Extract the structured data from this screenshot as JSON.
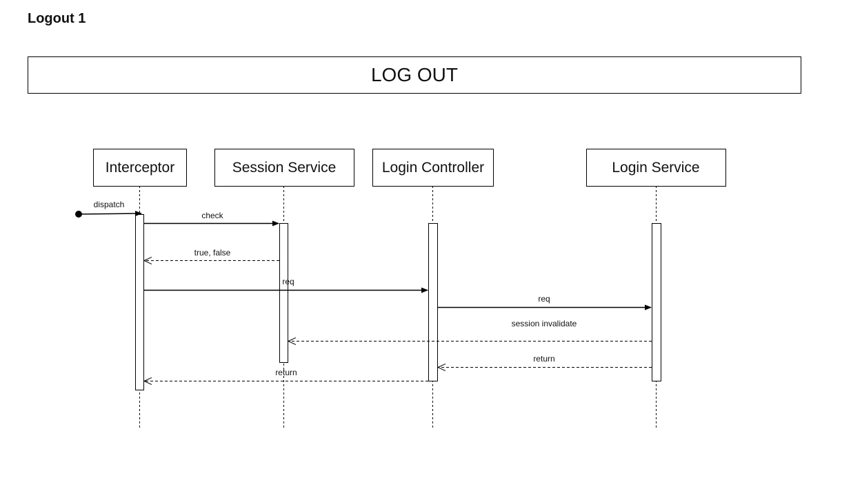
{
  "page": {
    "heading": "Logout 1"
  },
  "diagram": {
    "title": "LOG OUT",
    "participants": [
      {
        "id": "interceptor",
        "label": "Interceptor"
      },
      {
        "id": "session",
        "label": "Session Service"
      },
      {
        "id": "controller",
        "label": "Login Controller"
      },
      {
        "id": "service",
        "label": "Login Service"
      }
    ],
    "messages": [
      {
        "id": "dispatch",
        "label": "dispatch",
        "from": "external",
        "to": "interceptor",
        "style": "solid"
      },
      {
        "id": "check",
        "label": "check",
        "from": "interceptor",
        "to": "session",
        "style": "solid"
      },
      {
        "id": "true-false",
        "label": "true, false",
        "from": "session",
        "to": "interceptor",
        "style": "dashed"
      },
      {
        "id": "req-1",
        "label": "req",
        "from": "interceptor",
        "to": "controller",
        "style": "solid"
      },
      {
        "id": "req-2",
        "label": "req",
        "from": "controller",
        "to": "service",
        "style": "solid"
      },
      {
        "id": "session-invalidate",
        "label": "session invalidate",
        "from": "service",
        "to": "session",
        "style": "dashed"
      },
      {
        "id": "return-1",
        "label": "return",
        "from": "service",
        "to": "controller",
        "style": "dashed"
      },
      {
        "id": "return-2",
        "label": "return",
        "from": "controller",
        "to": "interceptor",
        "style": "dashed"
      }
    ]
  }
}
